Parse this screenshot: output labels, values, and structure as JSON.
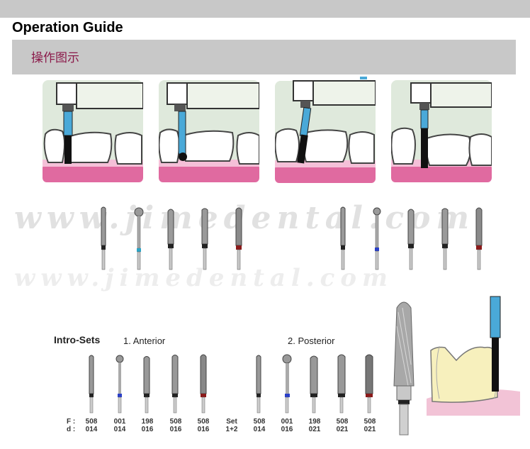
{
  "header": {
    "title": "Operation Guide",
    "subtitle": "操作图示"
  },
  "watermark": {
    "text": "www.jimedental.com"
  },
  "intro": {
    "heading": "Intro-Sets",
    "anterior_label": "1. Anterior",
    "posterior_label": "2. Posterior",
    "row_f": "F :",
    "row_d": "d :",
    "columns": [
      {
        "f": "508",
        "d": "014"
      },
      {
        "f": "001",
        "d": "014"
      },
      {
        "f": "198",
        "d": "016"
      },
      {
        "f": "508",
        "d": "016"
      },
      {
        "f": "508",
        "d": "016"
      },
      {
        "f": "Set",
        "d": "1+2"
      },
      {
        "f": "508",
        "d": "014"
      },
      {
        "f": "001",
        "d": "016"
      },
      {
        "f": "198",
        "d": "021"
      },
      {
        "f": "508",
        "d": "021"
      },
      {
        "f": "508",
        "d": "021"
      }
    ]
  },
  "colors": {
    "bar": "#c8c8c8",
    "subtitle": "#8b1a4a",
    "gum": "#e06aa0",
    "instrument": "#4aa9d8",
    "bg_panel": "#dfe9dc"
  }
}
